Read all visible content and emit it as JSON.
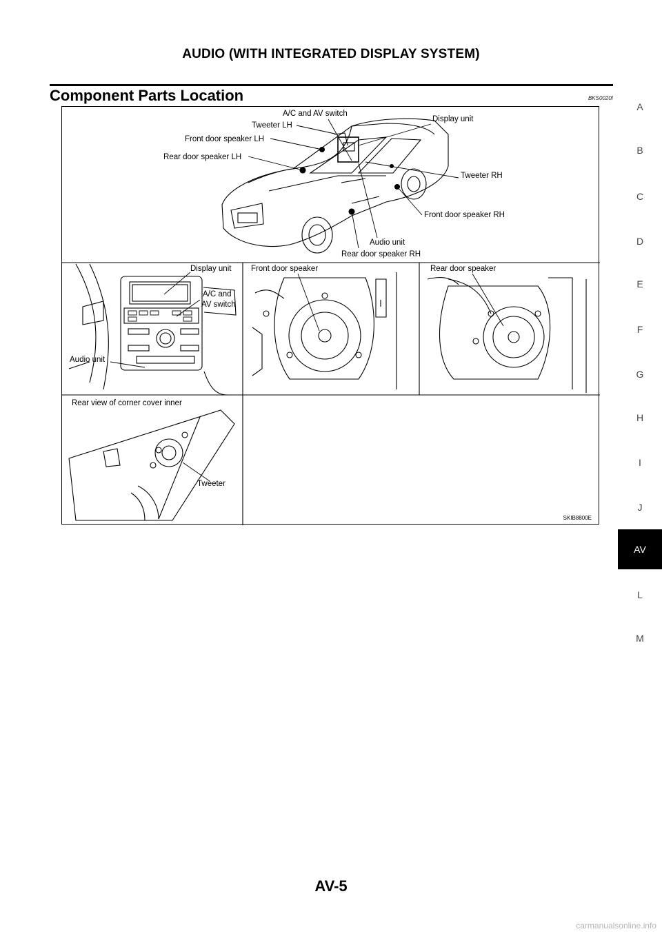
{
  "header": {
    "title": "AUDIO (WITH INTEGRATED DISPLAY SYSTEM)"
  },
  "section": {
    "title": "Component Parts Location",
    "ref_code": "BKS0020I"
  },
  "figure": {
    "top_labels": {
      "ac_av_switch": "A/C and AV switch",
      "tweeter_lh": "Tweeter LH",
      "display_unit": "Display unit",
      "front_door_speaker_lh": "Front door speaker LH",
      "rear_door_speaker_lh": "Rear door speaker LH",
      "tweeter_rh": "Tweeter RH",
      "front_door_speaker_rh": "Front door speaker RH",
      "audio_unit": "Audio unit",
      "rear_door_speaker_rh": "Rear door speaker RH"
    },
    "dash_labels": {
      "display_unit": "Display unit",
      "ac_and": "A/C and",
      "av_switch": "AV switch",
      "audio_unit": "Audio unit"
    },
    "front_speaker_label": "Front door speaker",
    "rear_speaker_label": "Rear door speaker",
    "corner_labels": {
      "title": "Rear view of corner cover inner",
      "tweeter": "Tweeter"
    },
    "code": "SKIB8800E"
  },
  "side_tabs": [
    "A",
    "B",
    "C",
    "D",
    "E",
    "F",
    "G",
    "H",
    "I",
    "J",
    "AV",
    "L",
    "M"
  ],
  "active_tab": "AV",
  "page_number": "AV-5",
  "watermark": "carmanualsonline.info"
}
